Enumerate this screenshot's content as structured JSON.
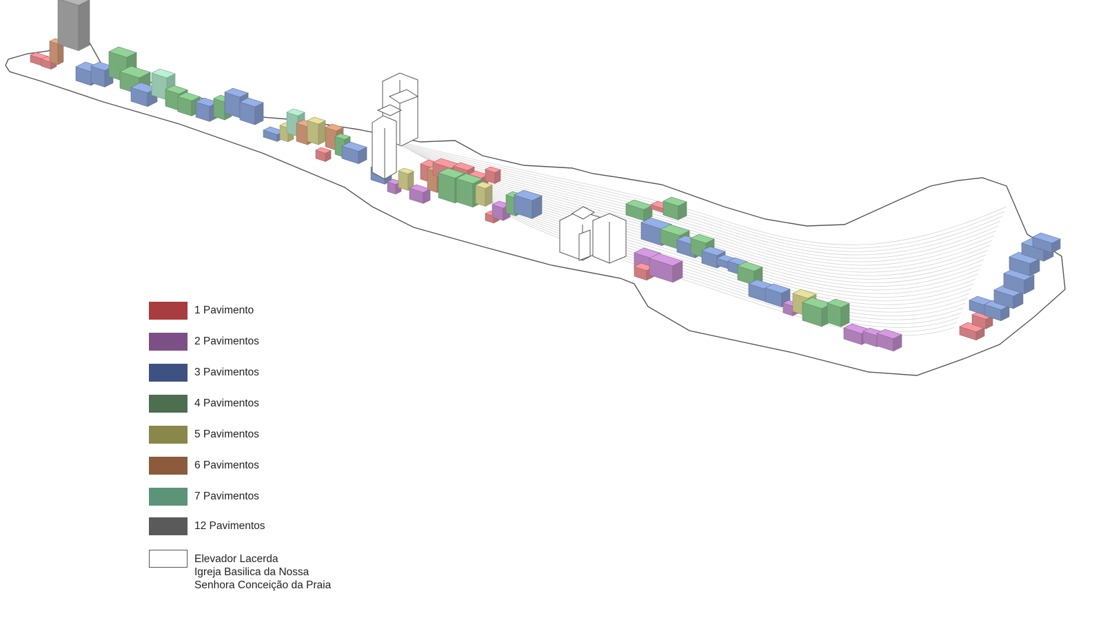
{
  "colors": {
    "pav1": "#e98e92",
    "pav1_legend": "#a83c3f",
    "pav2": "#c68fd1",
    "pav2_legend": "#7d4f87",
    "pav3": "#8aa3d6",
    "pav3_legend": "#3d5280",
    "pav4": "#86c48b",
    "pav4_legend": "#4d6f4f",
    "pav5": "#d5d28f",
    "pav5_legend": "#898749",
    "pav6": "#d99f7c",
    "pav6_legend": "#8c5b3c",
    "pav7": "#a9e0c3",
    "pav7_legend": "#5c9479",
    "pav12": "#a9a9a9",
    "pav12_legend": "#5a5a5a",
    "landmark": "#ffffff",
    "outline": "#555555",
    "contour": "#cfcfcf"
  },
  "legend": {
    "items": [
      {
        "label": "1 Pavimento",
        "color_key": "pav1_legend"
      },
      {
        "label": "2 Pavimentos",
        "color_key": "pav2_legend"
      },
      {
        "label": "3 Pavimentos",
        "color_key": "pav3_legend"
      },
      {
        "label": "4 Pavimentos",
        "color_key": "pav4_legend"
      },
      {
        "label": "5 Pavimentos",
        "color_key": "pav5_legend"
      },
      {
        "label": "6 Pavimentos",
        "color_key": "pav6_legend"
      },
      {
        "label": "7 Pavimentos",
        "color_key": "pav7_legend"
      },
      {
        "label": "12 Pavimentos",
        "color_key": "pav12_legend"
      }
    ],
    "landmarks": {
      "line1": "Elevador Lacerda",
      "line2": "Igreja Basilica da Nossa",
      "line3": "Senhora Conceição da Praia"
    }
  }
}
